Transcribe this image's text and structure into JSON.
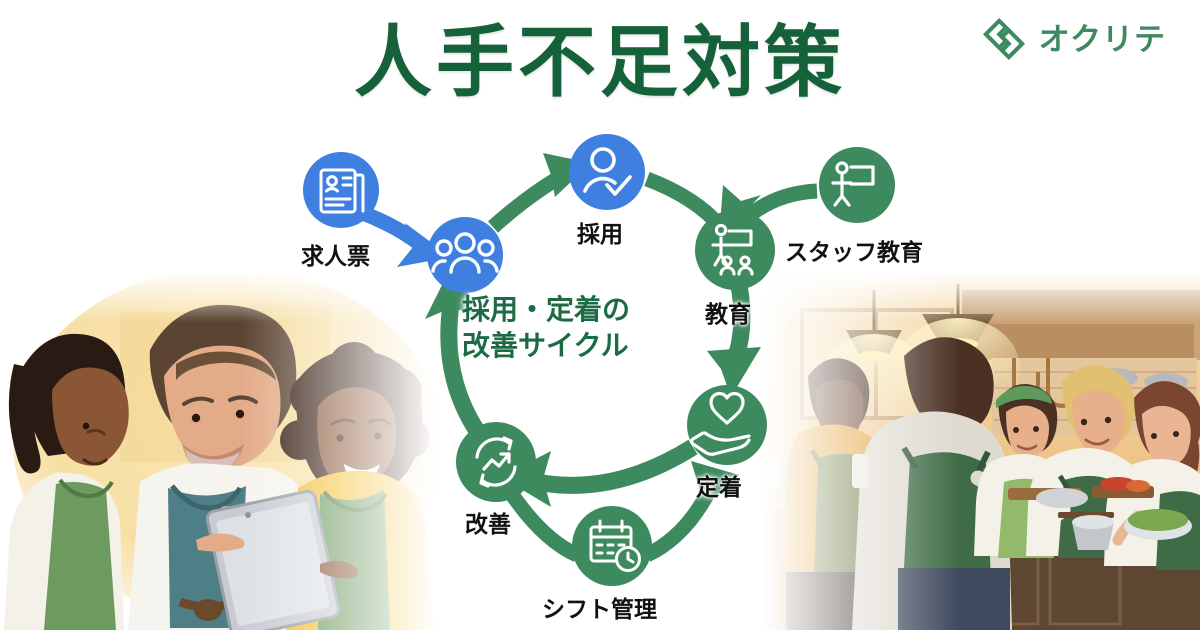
{
  "header": {
    "title": "人手不足対策",
    "logo_text": "オクリテ",
    "logo_icon": "interlocking-diamonds-logo-icon"
  },
  "colors": {
    "title_green": "#14613a",
    "brand_green": "#3d8a5f",
    "node_green": "#3d8a5f",
    "node_blue": "#3f7fe0",
    "arrow_green": "#3d8a5f",
    "arrow_blue": "#3f7fe0",
    "label_black": "#111111",
    "center_green": "#1d6b45",
    "background": "#ffffff"
  },
  "cycle": {
    "center_line1": "採用・定着の",
    "center_line2": "改善サイクル",
    "nodes": [
      {
        "id": "kyujinhyo",
        "label": "求人票",
        "icon": "document-person-icon",
        "color": "#3f7fe0"
      },
      {
        "id": "group",
        "label": "",
        "icon": "people-group-icon",
        "color": "#3f7fe0"
      },
      {
        "id": "saiyo",
        "label": "採用",
        "icon": "person-check-icon",
        "color": "#3f7fe0"
      },
      {
        "id": "kyoiku",
        "label": "教育",
        "icon": "teacher-board-icon",
        "color": "#3d8a5f"
      },
      {
        "id": "staff-kyoiku",
        "label": "スタッフ教育",
        "icon": "presenter-board-icon",
        "color": "#3d8a5f"
      },
      {
        "id": "teichaku",
        "label": "定着",
        "icon": "heart-in-hand-icon",
        "color": "#3d8a5f"
      },
      {
        "id": "shift",
        "label": "シフト管理",
        "icon": "calendar-clock-icon",
        "color": "#3d8a5f"
      },
      {
        "id": "kaizen",
        "label": "改善",
        "icon": "refresh-chart-icon",
        "color": "#3d8a5f"
      }
    ]
  },
  "photos": {
    "left": {
      "name": "three-staff-with-tablet-illustration"
    },
    "right": {
      "name": "restaurant-kitchen-team-illustration"
    }
  }
}
